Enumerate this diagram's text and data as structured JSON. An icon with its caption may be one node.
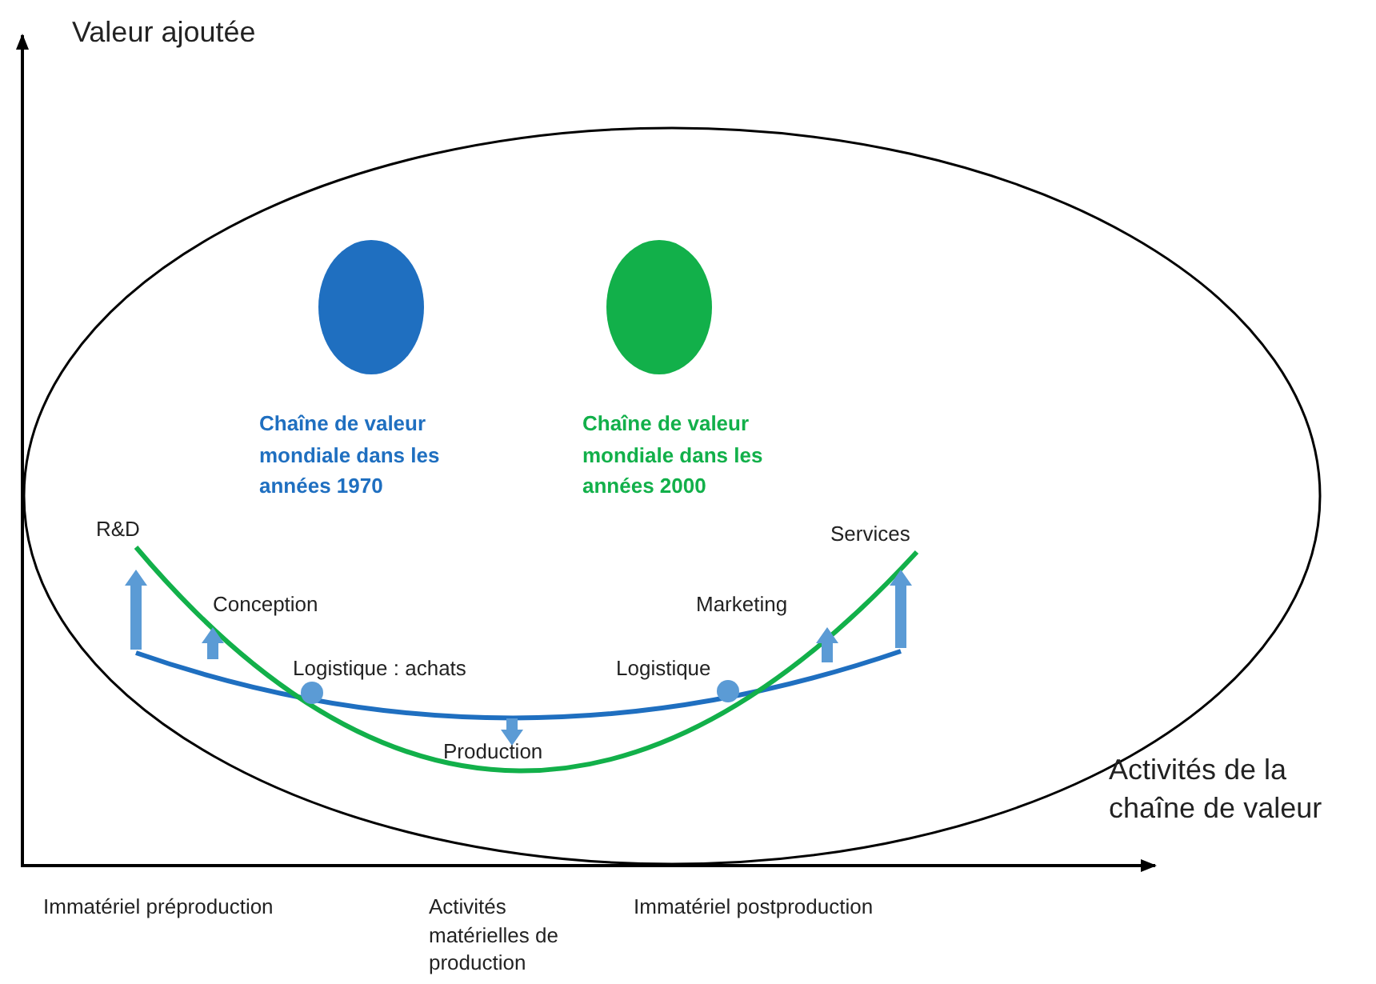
{
  "diagram": {
    "labels": [
      "Valeur ajoutée",
      "Activités de la chaîne de valeur",
      "R&D",
      "Conception",
      "Logistique : achats",
      "Production",
      "Logistique",
      "Marketing",
      "Services",
      "Immatériel préproduction",
      "Activités matérielles de production",
      "Immatériel postproduction"
    ],
    "legend": [
      {
        "text": "Chaîne de valeur mondiale dans les années 1970",
        "color": "#1f6fc0"
      },
      {
        "text": "Chaîne de valeur mondiale dans les années 2000",
        "color": "#12b04a"
      }
    ]
  }
}
